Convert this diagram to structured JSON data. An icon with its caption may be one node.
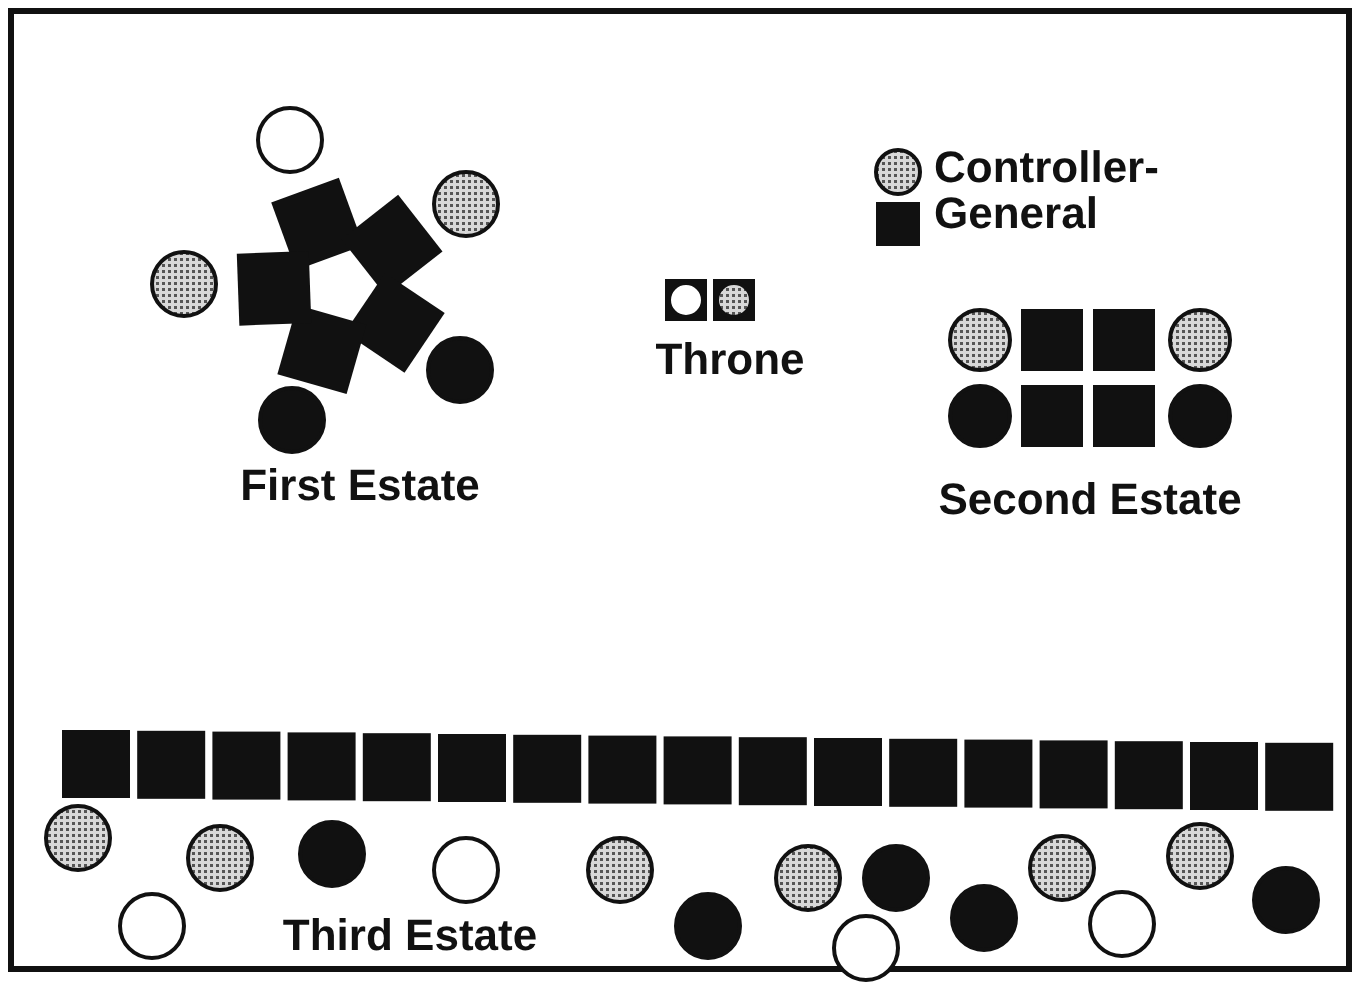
{
  "diagram": {
    "labels": [
      "Controller-General",
      "Throne",
      "First Estate",
      "Second Estate",
      "Third Estate"
    ]
  }
}
